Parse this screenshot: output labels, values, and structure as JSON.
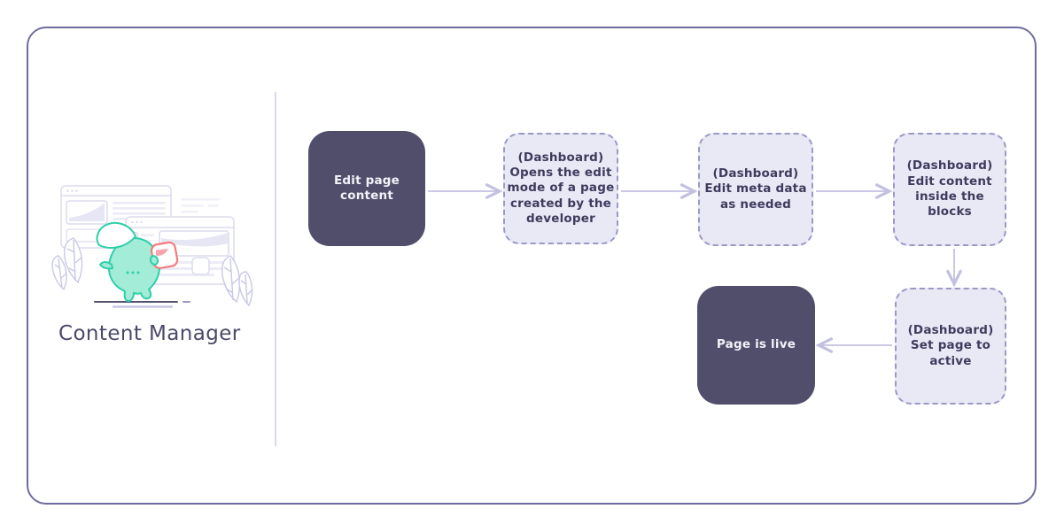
{
  "panel": {
    "title": "Content Manager",
    "illustration": "mascot character holding a content card in front of two browser windows with plants"
  },
  "flow": {
    "nodes": [
      {
        "id": "edit-page-content",
        "label": "Edit page\ncontent",
        "style": "solid"
      },
      {
        "id": "open-edit-mode",
        "label": "(Dashboard)\nOpens the edit\nmode of a page\ncreated by the\ndeveloper",
        "style": "dashed"
      },
      {
        "id": "edit-meta-data",
        "label": "(Dashboard)\nEdit meta data\nas needed",
        "style": "dashed"
      },
      {
        "id": "edit-content-blocks",
        "label": "(Dashboard)\nEdit content\ninside the\nblocks",
        "style": "dashed"
      },
      {
        "id": "set-page-active",
        "label": "(Dashboard)\nSet page to\nactive",
        "style": "dashed"
      },
      {
        "id": "page-is-live",
        "label": "Page is live",
        "style": "solid"
      }
    ],
    "edges": [
      {
        "from": "edit-page-content",
        "to": "open-edit-mode",
        "direction": "right"
      },
      {
        "from": "open-edit-mode",
        "to": "edit-meta-data",
        "direction": "right"
      },
      {
        "from": "edit-meta-data",
        "to": "edit-content-blocks",
        "direction": "right"
      },
      {
        "from": "edit-content-blocks",
        "to": "set-page-active",
        "direction": "down"
      },
      {
        "from": "set-page-active",
        "to": "page-is-live",
        "direction": "left"
      }
    ]
  },
  "colors": {
    "frame_border": "#6e6c9e",
    "divider": "#d9d8ec",
    "solid_node_fill": "#504e6b",
    "solid_node_text": "#f3f2f9",
    "dashed_node_fill": "#e9e8f5",
    "dashed_node_border": "#9b99c4",
    "dashed_node_text": "#3e3c5e",
    "arrow": "#c3c1e0",
    "title_text": "#4b4969",
    "mascot_fill": "#a2ecd8",
    "mascot_outline": "#2ecfa9",
    "card_border": "#f47c7c",
    "card_swoosh": "#f8a3ae",
    "window_outline": "#dcdbee"
  }
}
